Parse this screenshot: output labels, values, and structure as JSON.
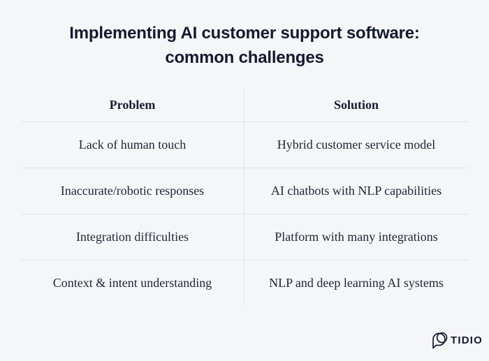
{
  "title": {
    "full": "Implementing AI customer support software: common challenges",
    "lines": [
      "Implementing AI customer support software:",
      "common challenges"
    ]
  },
  "table": {
    "columns": [
      "Problem",
      "Solution"
    ],
    "rows": [
      [
        "Lack of human touch",
        "Hybrid customer service model"
      ],
      [
        "Inaccurate/robotic responses",
        "AI chatbots with NLP capabilities"
      ],
      [
        "Integration difficulties",
        "Platform with many integrations"
      ],
      [
        "Context & intent understanding",
        "NLP and deep learning AI systems"
      ]
    ]
  },
  "branding": {
    "logo_text": "TIDIO",
    "logo_icon": "tidio-bubble-icon"
  },
  "colors": {
    "background": "#f5f6f8",
    "title_text": "#131a2d",
    "table_text": "#1e2434",
    "divider": "#dfe3eb",
    "logo": "#121a2e"
  }
}
